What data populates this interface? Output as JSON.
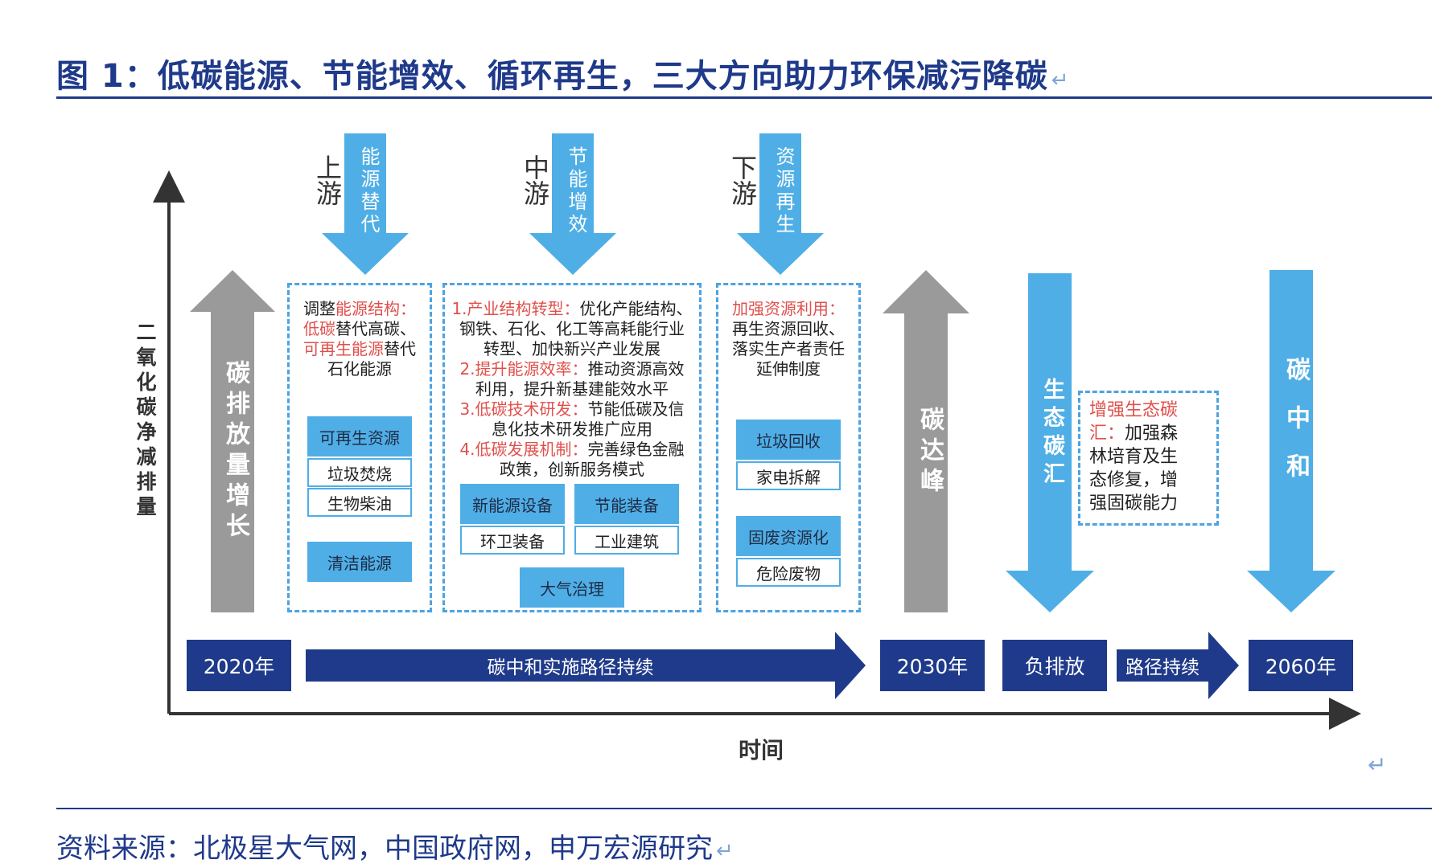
{
  "title": "图 1：低碳能源、节能增效、循环再生，三大方向助力环保减污降碳",
  "return_mark": "↵",
  "source": "资料来源：北极星大气网，中国政府网，申万宏源研究",
  "axes": {
    "y_label": "二氧化碳净减排量",
    "x_label": "时间"
  },
  "left_arrow": "碳排放量增长",
  "stages": {
    "up": {
      "name": "上游",
      "arrow": "能源替代"
    },
    "mid": {
      "name": "中游",
      "arrow": "节能增效"
    },
    "down": {
      "name": "下游",
      "arrow": "资源再生"
    }
  },
  "upstream_box": {
    "l1_a": "调整",
    "l1_b": "能源结构：",
    "l2_a": "低碳",
    "l2_b": "替代高碳、",
    "l3_a": "可再生能源",
    "l3_b": "替代",
    "l4": "石化能源",
    "btn_renewable": "可再生资源",
    "btn_waste_burn": "垃圾焚烧",
    "btn_biodiesel": "生物柴油",
    "btn_clean": "清洁能源"
  },
  "midstream_box": {
    "p1_head": "1.产业结构转型：",
    "p1_body": "优化产能结构、",
    "p1_l2": "钢铁、石化、化工等高耗能行业",
    "p1_l3": "转型、加快新兴产业发展",
    "p2_head": "2.提升能源效率：",
    "p2_body": "推动资源高效",
    "p2_l2": "利用，提升新基建能效水平",
    "p3_head": "3.低碳技术研发：",
    "p3_body": "节能低碳及信",
    "p3_l2": "息化技术研发推广应用",
    "p4_head": "4.低碳发展机制：",
    "p4_body": "完善绿色金融",
    "p4_l2": "政策，创新服务模式",
    "btn_new_energy": "新能源设备",
    "btn_energy_saving": "节能装备",
    "btn_env_sanitation": "环卫装备",
    "btn_industrial": "工业建筑",
    "btn_air": "大气治理"
  },
  "downstream_box": {
    "head": "加强资源利用：",
    "l2": "再生资源回收、",
    "l3": "落实生产者责任",
    "l4": "延伸制度",
    "btn_recycle": "垃圾回收",
    "btn_appliance": "家电拆解",
    "btn_solid": "固废资源化",
    "btn_hazard": "危险废物"
  },
  "peak_arrow": "碳达峰",
  "sink_arrow": "生态碳汇",
  "sink_box": {
    "head1": "增强生态碳",
    "head2": "汇：",
    "body2": "加强森",
    "l3": "林培育及生",
    "l4": "态修复，增",
    "l5": "强固碳能力"
  },
  "neutral_arrow": "碳中和",
  "timeline": {
    "y2020": "2020年",
    "path": "碳中和实施路径持续",
    "y2030": "2030年",
    "negative": "负排放",
    "continue": "路径持续",
    "y2060": "2060年"
  },
  "colors": {
    "navy": "#1f3a8a",
    "light_blue": "#4faee6",
    "gray": "#9a9a9a",
    "red": "#e0504c"
  }
}
